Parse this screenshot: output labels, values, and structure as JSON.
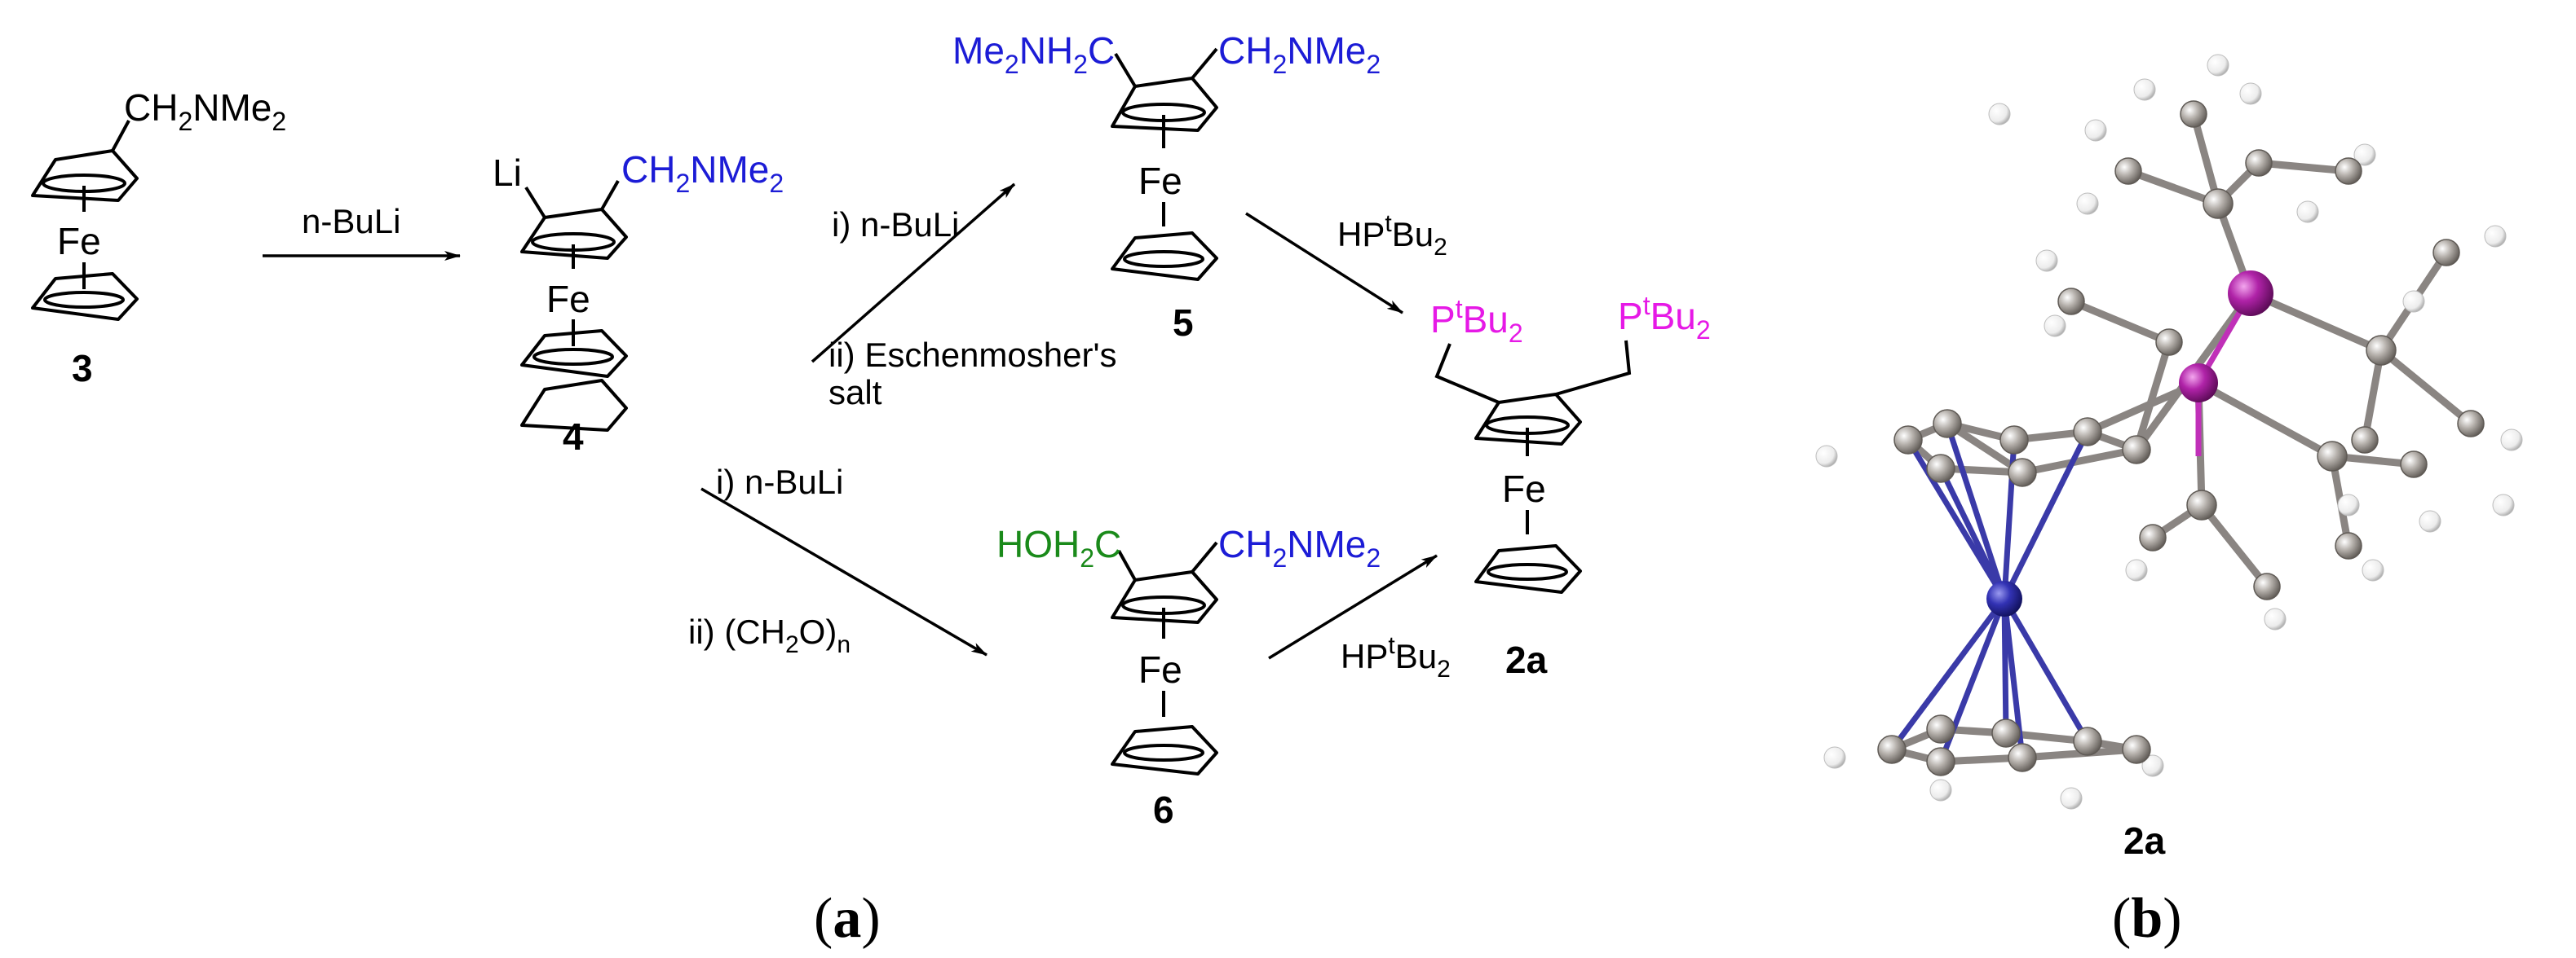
{
  "colors": {
    "amine": "#1c1cd6",
    "hydroxy": "#1a8a1a",
    "phosphine": "#e619e6",
    "fe_atom": "#3a3aa8",
    "p_atom": "#a0209a",
    "carbon_atom": "#9a9590",
    "hydrogen_atom": "#f0f0f0",
    "bond": "#000000"
  },
  "atoms": {
    "fe": "Fe",
    "li": "Li"
  },
  "labels": {
    "ch2nme2_main": "CH",
    "ch2nme2_sub": "2",
    "ch2nme2_tail": "NMe",
    "ch2nme2_sub2": "2",
    "me2nh2c_a": "Me",
    "me2nh2c_sub": "2",
    "me2nh2c_b": "NH",
    "me2nh2c_sub2": "2",
    "me2nh2c_c": "C",
    "hoh2c_a": "HOH",
    "hoh2c_sub": "2",
    "hoh2c_c": "C",
    "ptbu2_a": "P",
    "ptbu2_sup": "t",
    "ptbu2_b": "Bu",
    "ptbu2_sub": "2"
  },
  "conditions": {
    "step_3_4": "n-BuLi",
    "step_4_5_i": "i) n-BuLi",
    "step_4_5_ii": "ii) Eschenmosher's",
    "step_4_5_ii_cont": "salt",
    "step_4_6_i": "i) n-BuLi",
    "step_4_6_ii_a": "ii) (CH",
    "step_4_6_ii_sub": "2",
    "step_4_6_ii_b": "O)",
    "step_4_6_ii_subn": "n",
    "step_5_2a_a": "HP",
    "step_5_2a_sup": "t",
    "step_5_2a_b": "Bu",
    "step_5_2a_sub": "2",
    "step_6_2a_a": "HP",
    "step_6_2a_sup": "t",
    "step_6_2a_b": "Bu",
    "step_6_2a_sub": "2"
  },
  "compounds": {
    "c3": "3",
    "c4": "4",
    "c5": "5",
    "c6": "6",
    "c2a": "2a",
    "c2a_crystal": "2a"
  },
  "panels": {
    "a_open": "(",
    "a_letter": "a",
    "a_close": ")",
    "b_open": "(",
    "b_letter": "b",
    "b_close": ")"
  }
}
